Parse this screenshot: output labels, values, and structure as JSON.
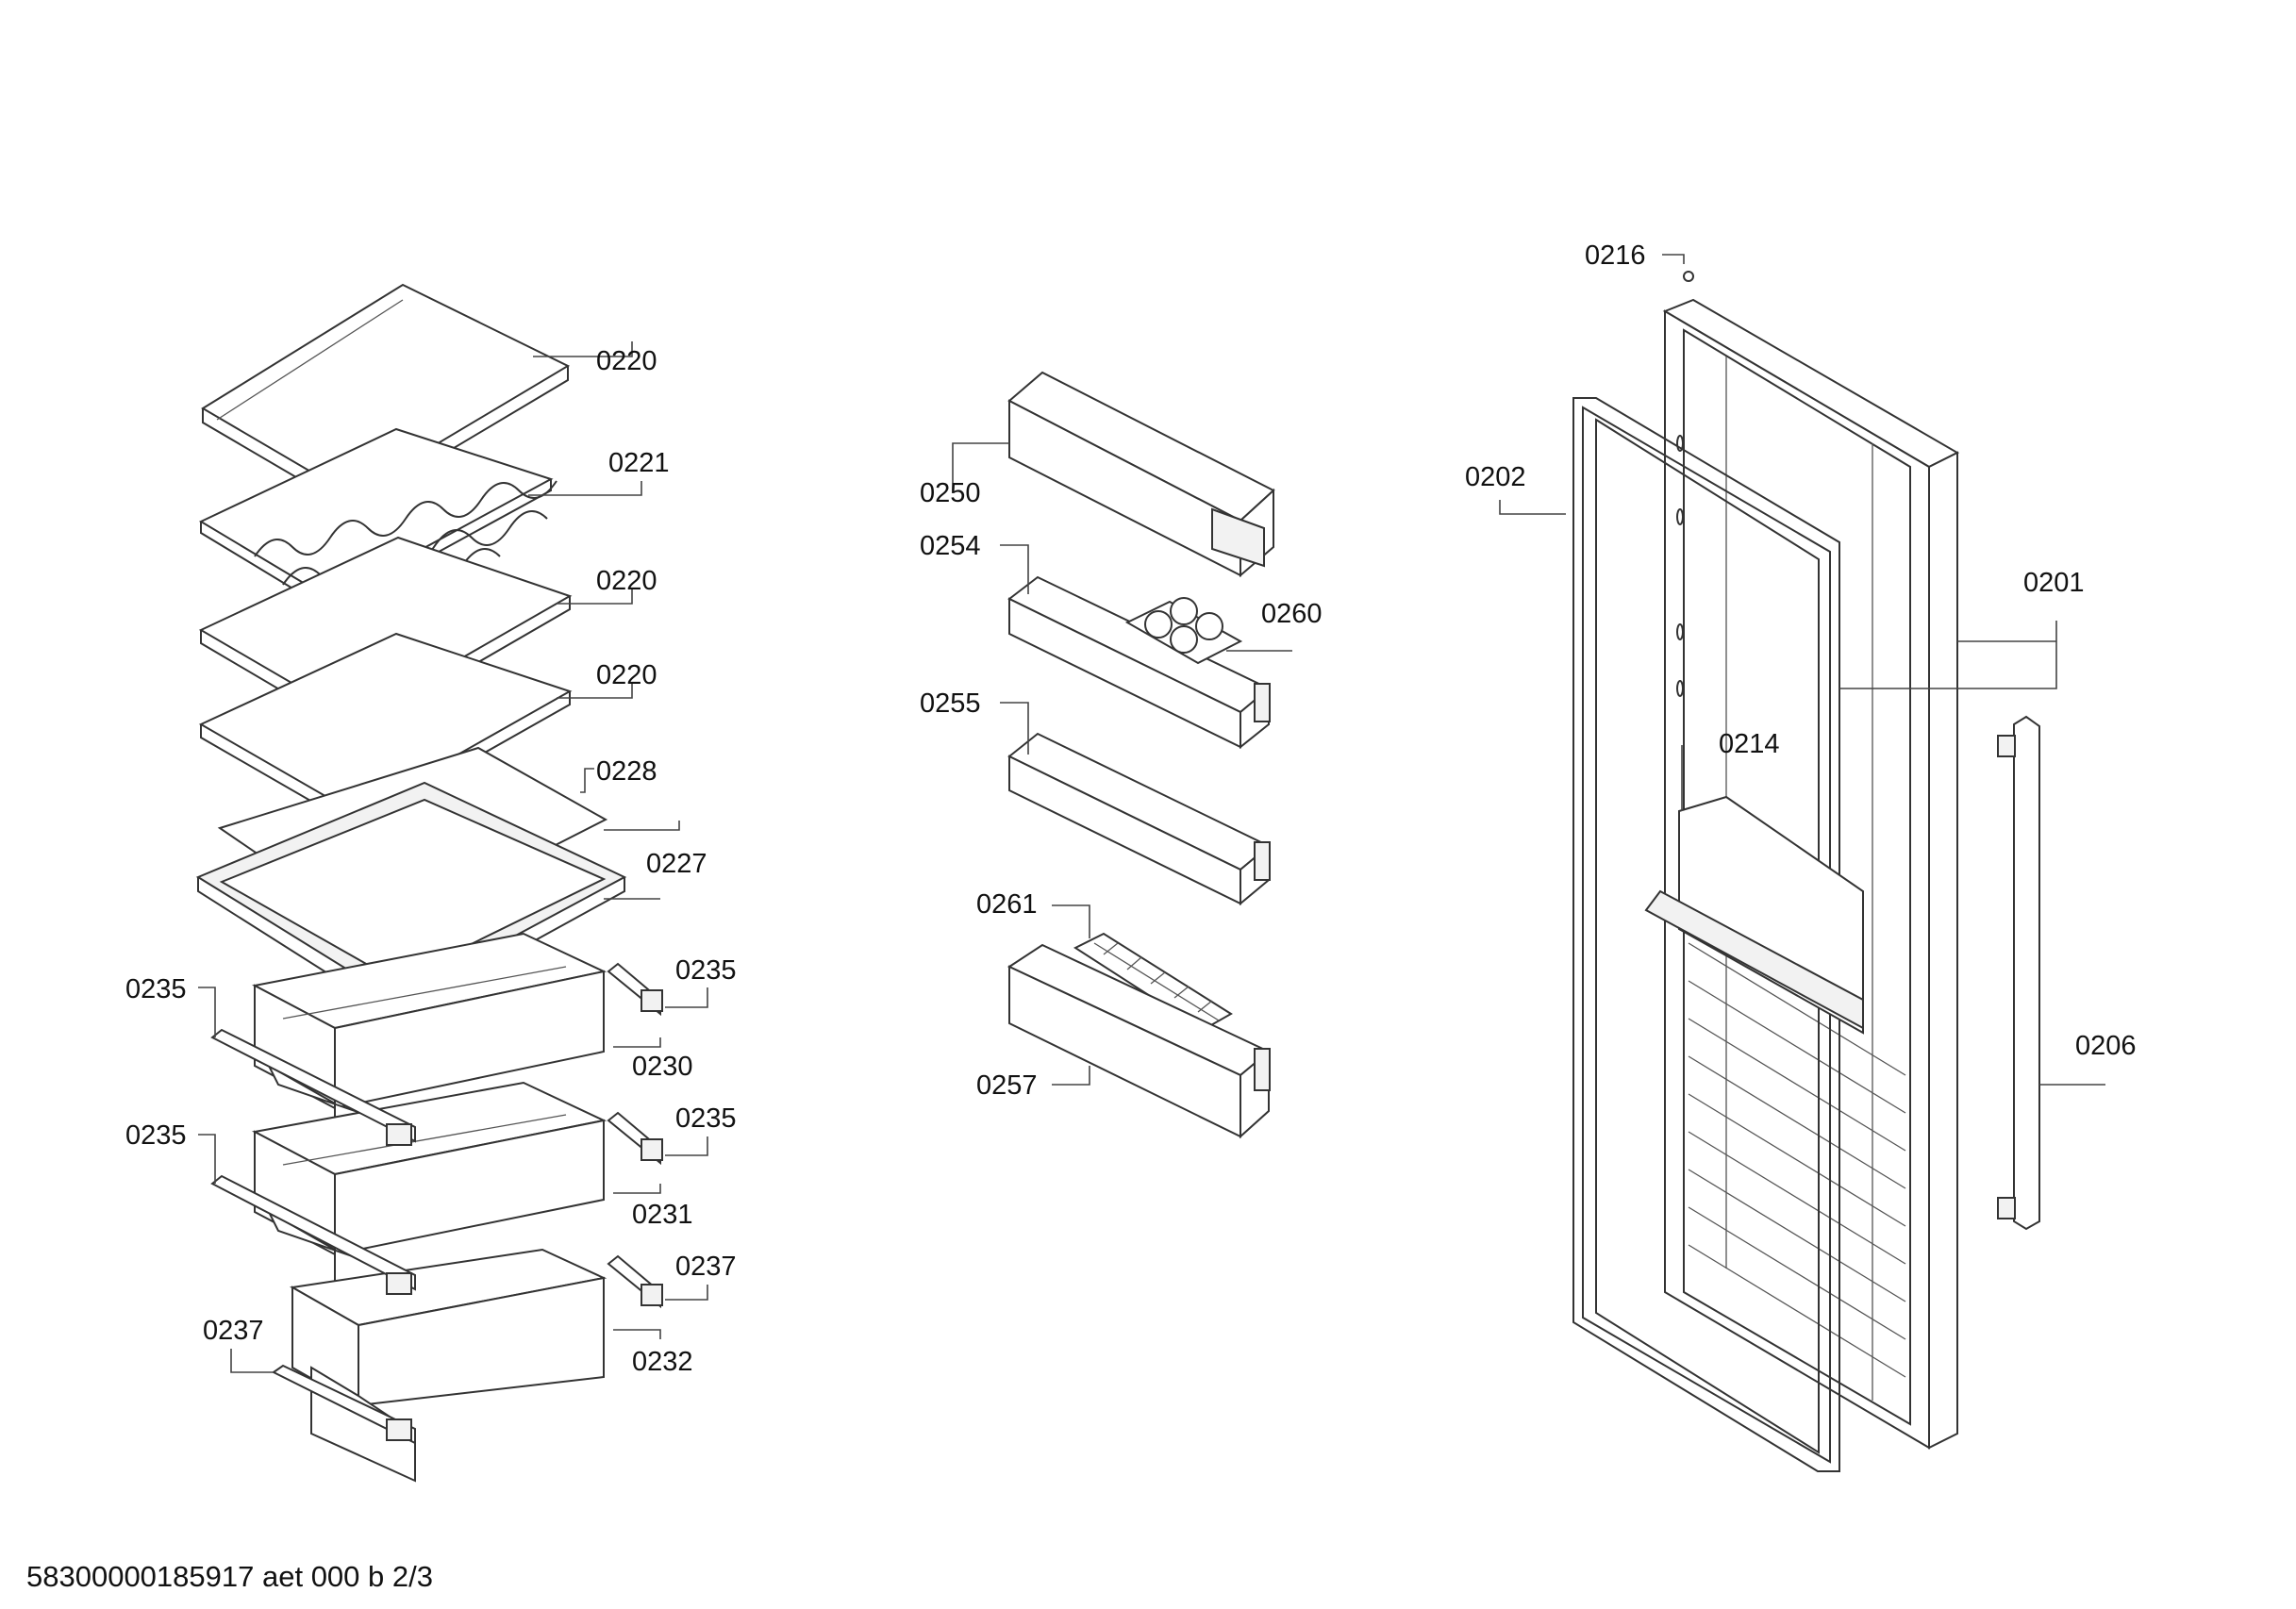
{
  "labels": {
    "shelf_top": "0220",
    "wine_rack": "0221",
    "shelf_mid": "0220",
    "shelf_low": "0220",
    "glass_cover": "0228",
    "cover_frame": "0227",
    "rail_right_1": "0235",
    "rail_left_1": "0235",
    "drawer_1": "0230",
    "rail_right_2": "0235",
    "rail_left_2": "0235",
    "drawer_2": "0231",
    "rail_right_3": "0237",
    "rail_left_3": "0237",
    "drawer_3": "0232",
    "door_shelf_top": "0250",
    "door_shelf_egg": "0254",
    "egg_tray": "0260",
    "door_shelf_mid": "0255",
    "ice_tray": "0261",
    "door_shelf_bottom": "0257",
    "screw_cap": "0216",
    "door_gasket": "0202",
    "door_panel": "0201",
    "door_flap": "0214",
    "door_handle": "0206"
  },
  "footer": {
    "document_id": "58300000185917 aet 000 b 2/3"
  }
}
